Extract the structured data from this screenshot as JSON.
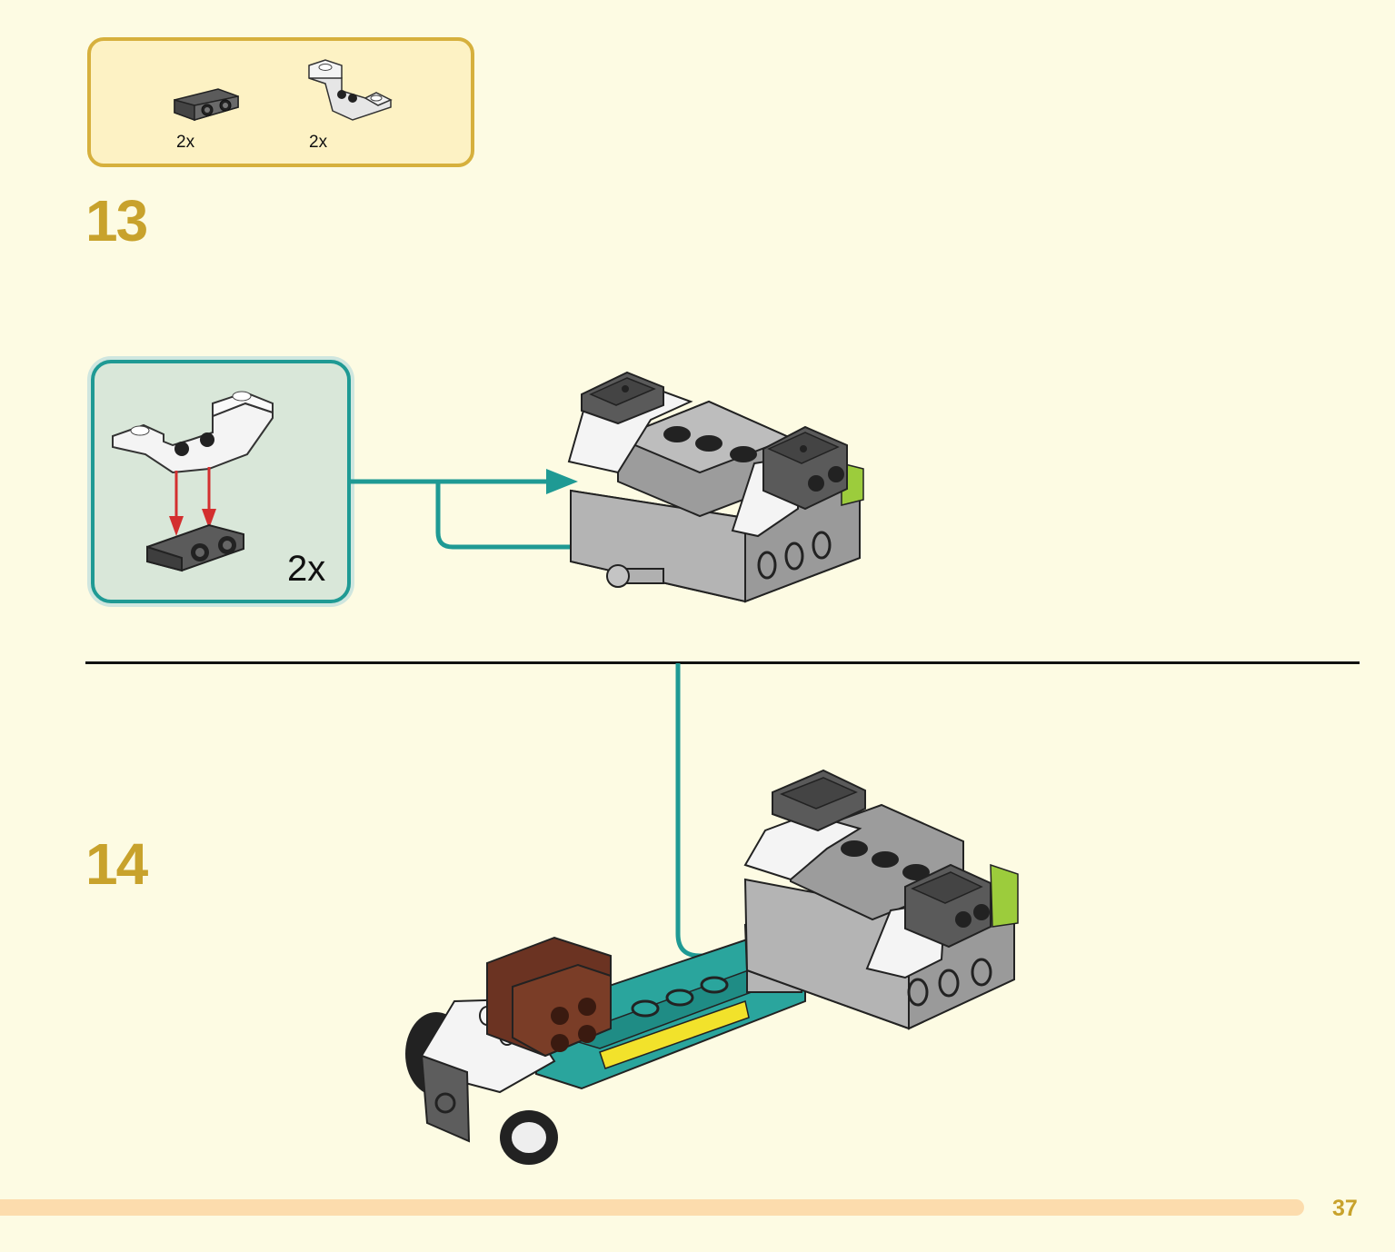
{
  "parts_list": {
    "items": [
      {
        "icon": "dark-gray-bracket-plate-icon",
        "quantity": "2x"
      },
      {
        "icon": "white-inverted-bracket-icon",
        "quantity": "2x"
      }
    ]
  },
  "steps": [
    {
      "number": "13",
      "callout_quantity": "2x"
    },
    {
      "number": "14"
    }
  ],
  "page_number": "37",
  "colors": {
    "background": "#fdfbe3",
    "parts_box_border": "#d6b03d",
    "parts_box_fill": "#fdf2c4",
    "step_number": "#c8a22c",
    "callout_border": "#1f9a94",
    "arrow_teal": "#1f9a94",
    "placement_arrow_red": "#d32f2f",
    "footer_bar": "#fcdcad"
  }
}
